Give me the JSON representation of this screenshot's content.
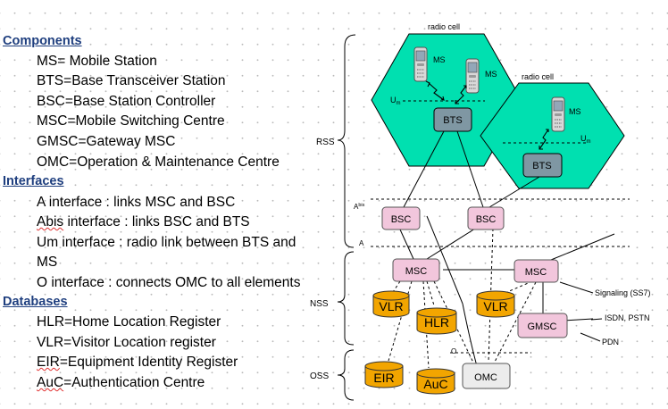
{
  "left_panel": {
    "components_heading": "Components",
    "components": [
      "MS= Mobile Station",
      "BTS=Base Transceiver Station",
      "BSC=Base Station Controller",
      "MSC=Mobile Switching Centre",
      "GMSC=Gateway MSC",
      "OMC=Operation & Maintenance Centre"
    ],
    "interfaces_heading": "Interfaces",
    "interfaces": [
      {
        "pre": "A interface : links MSC and BSC",
        "sq": "",
        "post": ""
      },
      {
        "pre": "",
        "sq": "Abis",
        "post": " interface : links BSC and BTS"
      },
      {
        "pre": "Um interface : radio link between BTS and",
        "sq": "",
        "post": ""
      },
      {
        "pre": "MS",
        "sq": "",
        "post": ""
      },
      {
        "pre": "O interface : connects OMC to all elements",
        "sq": "",
        "post": ""
      }
    ],
    "databases_heading": "Databases",
    "databases": [
      {
        "pre": "HLR=Home Location Register",
        "sq": "",
        "post": ""
      },
      {
        "pre": "VLR=Visitor Location register",
        "sq": "",
        "post": ""
      },
      {
        "pre": "",
        "sq": "EIR",
        "post": "=Equipment Identity Register"
      },
      {
        "pre": "",
        "sq": "AuC",
        "post": "=Authentication Centre"
      }
    ]
  },
  "diagram": {
    "subsystems": {
      "rss": "RSS",
      "nss": "NSS",
      "oss": "OSS"
    },
    "cells": {
      "cell1_label": "radio cell",
      "cell2_label": "radio cell"
    },
    "ms_labels": {
      "ms1": "MS",
      "ms2": "MS",
      "ms3": "MS"
    },
    "interface_labels": {
      "um1": "U",
      "um1_sub": "m",
      "um2": "U",
      "um2_sub": "m",
      "abis": "A",
      "abis_sub": "bis",
      "a": "A",
      "o": "O"
    },
    "nodes": {
      "bts1": "BTS",
      "bts2": "BTS",
      "bsc1": "BSC",
      "bsc2": "BSC",
      "msc1": "MSC",
      "msc2": "MSC",
      "gmsc": "GMSC",
      "omc": "OMC"
    },
    "databases": {
      "vlr1": "VLR",
      "vlr2": "VLR",
      "hlr": "HLR",
      "eir": "EIR",
      "auc": "AuC"
    },
    "external": {
      "signaling": "Signaling (SS7)",
      "isdn": "ISDN, PSTN",
      "pdn": "PDN"
    },
    "colors": {
      "cell_fill": "#00e0b0",
      "bts_fill": "#7f97a3",
      "node_fill": "#f2c6dc",
      "omc_fill": "#ececec",
      "db_fill": "#f2a500",
      "heading_text": "#1f3f7f"
    }
  }
}
